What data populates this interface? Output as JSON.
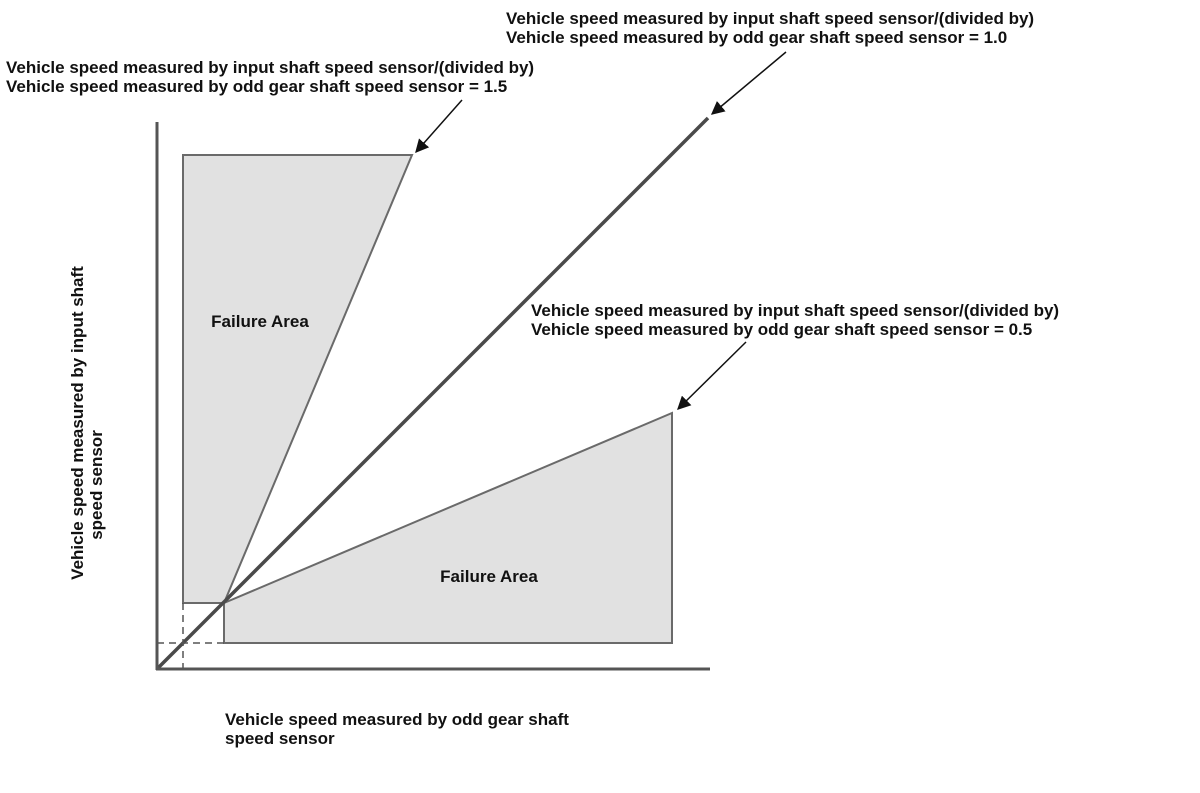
{
  "colors": {
    "region_fill": "#e1e1e1",
    "line": "#4a4a4a",
    "axis": "#555555",
    "text": "#111111"
  },
  "callouts": {
    "ratio_1_5": {
      "line1": "Vehicle speed measured by input shaft speed sensor/(divided by)",
      "line2": "Vehicle speed measured by odd gear shaft speed sensor = 1.5"
    },
    "ratio_1_0": {
      "line1": "Vehicle speed measured by input shaft speed sensor/(divided by)",
      "line2": "Vehicle speed measured by odd gear shaft speed sensor = 1.0"
    },
    "ratio_0_5": {
      "line1": "Vehicle speed measured by input shaft speed sensor/(divided by)",
      "line2": "Vehicle speed measured by odd gear shaft speed sensor = 0.5"
    }
  },
  "areas": {
    "upper_label": "Failure Area",
    "lower_label": "Failure Area"
  },
  "axes": {
    "x_label_line1": "Vehicle speed measured by odd gear shaft",
    "x_label_line2": "speed sensor",
    "y_label_line1": "Vehicle speed measured by input shaft",
    "y_label_line2": "speed sensor"
  }
}
